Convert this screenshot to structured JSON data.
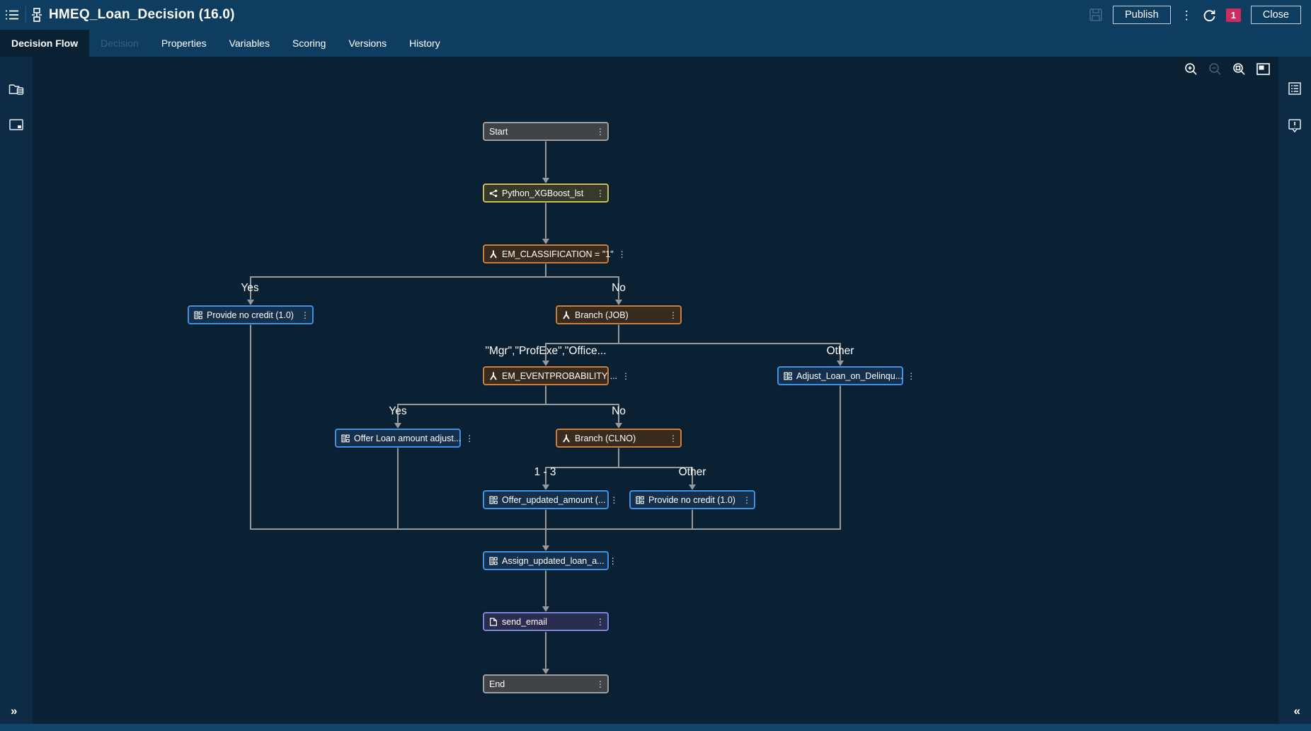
{
  "header": {
    "title": "HMEQ_Loan_Decision (16.0)",
    "publish_label": "Publish",
    "close_label": "Close",
    "notification_count": "1",
    "kebab_glyph": "⋮"
  },
  "tabs": [
    {
      "label": "Decision Flow",
      "state": "active"
    },
    {
      "label": "Decision",
      "state": "disabled"
    },
    {
      "label": "Properties",
      "state": "normal"
    },
    {
      "label": "Variables",
      "state": "normal"
    },
    {
      "label": "Scoring",
      "state": "normal"
    },
    {
      "label": "Versions",
      "state": "normal"
    },
    {
      "label": "History",
      "state": "normal"
    }
  ],
  "canvas": {
    "kebab_glyph": "⋮",
    "nodes": [
      {
        "label": "Start",
        "type": "terminal"
      },
      {
        "label": "Python_XGBoost_lst",
        "type": "model"
      },
      {
        "label": "EM_CLASSIFICATION = \"1\"",
        "type": "branch"
      },
      {
        "label": "Provide no credit (1.0)",
        "type": "ruleset"
      },
      {
        "label": "Branch (JOB)",
        "type": "branch"
      },
      {
        "label": "EM_EVENTPROBABILITY ...",
        "type": "branch"
      },
      {
        "label": "Adjust_Loan_on_Delinqu...",
        "type": "ruleset"
      },
      {
        "label": "Offer Loan amount adjust...",
        "type": "ruleset"
      },
      {
        "label": "Branch (CLNO)",
        "type": "branch"
      },
      {
        "label": "Offer_updated_amount (...",
        "type": "ruleset"
      },
      {
        "label": "Provide no credit (1.0)",
        "type": "ruleset"
      },
      {
        "label": "Assign_updated_loan_a...",
        "type": "ruleset"
      },
      {
        "label": "send_email",
        "type": "code"
      },
      {
        "label": "End",
        "type": "terminal"
      }
    ],
    "edge_labels": [
      {
        "text": "Yes"
      },
      {
        "text": "No"
      },
      {
        "text": "\"Mgr\",\"ProfExe\",\"Office..."
      },
      {
        "text": "Other"
      },
      {
        "text": "Yes"
      },
      {
        "text": "No"
      },
      {
        "text": "1 - 3"
      },
      {
        "text": "Other"
      }
    ]
  },
  "footer": {
    "expand_left_glyph": "»",
    "collapse_right_glyph": "«"
  },
  "colors": {
    "header_bg": "#0f3d60",
    "canvas_bg": "#0a2134",
    "ruleset_blue": "#3a95e8",
    "branch_orange": "#c8813f",
    "model_yellow": "#cdbf5a",
    "code_purple": "#7e85dd",
    "terminal_gray": "#99a1a5",
    "edge_gray": "#97999b",
    "badge_pink": "#ce2b63"
  }
}
